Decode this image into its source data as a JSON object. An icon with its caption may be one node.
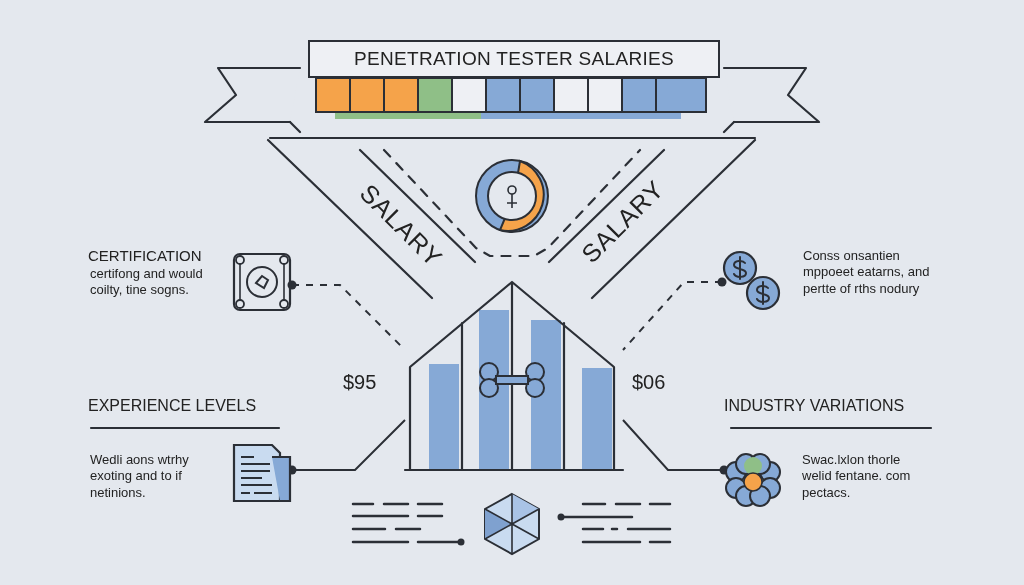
{
  "diagram": {
    "nodes": [
      {
        "text": [
          "PENETRATION TESTER SALARIES"
        ]
      },
      {
        "text": [],
        "shape": "picture"
      },
      {
        "text": [],
        "shape": "picture"
      },
      {
        "text": [],
        "shape": "picture"
      },
      {
        "text": [],
        "shape": "picture"
      },
      {
        "text": [],
        "shape": "picture"
      }
    ],
    "edges": [
      {
        "from": 1,
        "to": 3,
        "arrow": "other",
        "style": "dashed"
      },
      {
        "from": 2,
        "to": 3,
        "arrow": "other",
        "style": "dashed"
      },
      {
        "from": 4,
        "to": 3,
        "arrow": "other"
      },
      {
        "from": 5,
        "to": 3,
        "arrow": "other"
      }
    ],
    "labels": [
      "CERTIFICATION",
      "certifong and would coilty, tine sogns.",
      "SALARY",
      "SALARY",
      "Conss onsantien mppoeet eatarns, and pertte of rths nodury",
      "$95",
      "$06",
      "EXPERIENCE LEVELS",
      "INDUSTRY VARIATIONS",
      "Wedli aons wtrhy exoting and to if netinions.",
      "Swac.lxlon thorle welid fentane. com pectacs."
    ]
  }
}
